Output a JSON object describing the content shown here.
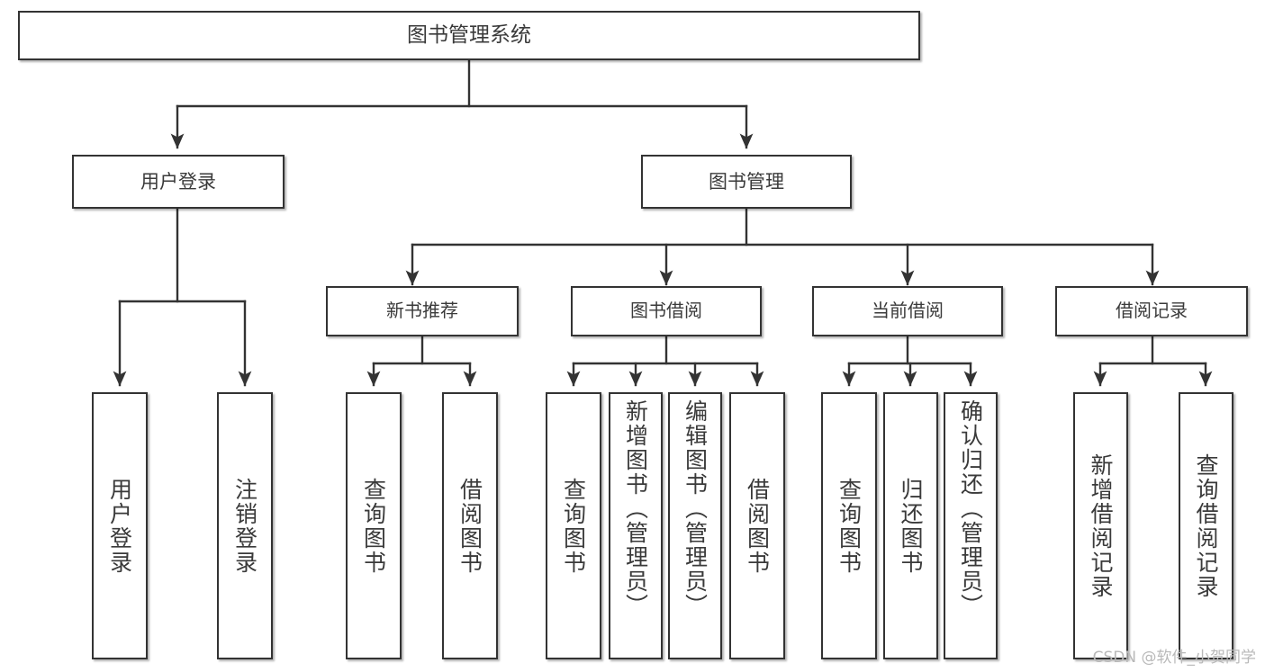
{
  "diagram": {
    "type": "tree",
    "title": "图书管理系统",
    "orientation": "top-down",
    "colors": {
      "box_border": "#333333",
      "box_fill": "#ffffff",
      "text": "#3a3a3a",
      "edge": "#333333",
      "watermark": "#b9b9b9",
      "background": "#ffffff"
    }
  },
  "root": {
    "label": "图书管理系统"
  },
  "level2": [
    {
      "label": "用户登录"
    },
    {
      "label": "图书管理"
    }
  ],
  "level3": [
    {
      "label": "新书推荐"
    },
    {
      "label": "图书借阅"
    },
    {
      "label": "当前借阅"
    },
    {
      "label": "借阅记录"
    }
  ],
  "leaves": {
    "user_login": [
      {
        "label": "用户登录"
      },
      {
        "label": "注销登录"
      }
    ],
    "new_book_recommend": [
      {
        "label": "查询图书"
      },
      {
        "label": "借阅图书"
      }
    ],
    "book_borrow": [
      {
        "label": "查询图书"
      },
      {
        "label": "新增图书（管理员）"
      },
      {
        "label": "编辑图书（管理员）"
      },
      {
        "label": "借阅图书"
      }
    ],
    "current_borrow": [
      {
        "label": "查询图书"
      },
      {
        "label": "归还图书"
      },
      {
        "label": "确认归还（管理员）"
      }
    ],
    "borrow_record": [
      {
        "label": "新增借阅记录"
      },
      {
        "label": "查询借阅记录"
      }
    ]
  },
  "watermark": {
    "text": "CSDN @软件_小贺同学"
  }
}
